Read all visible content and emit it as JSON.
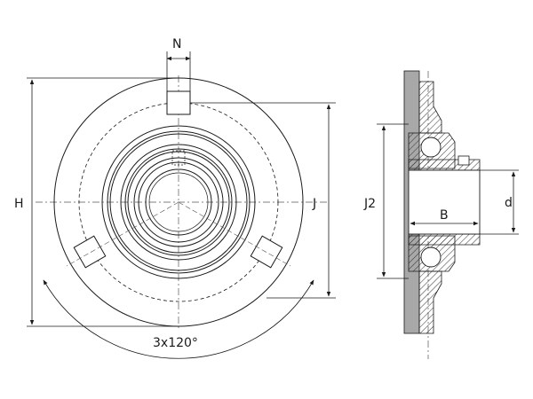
{
  "labels": {
    "n": "N",
    "h": "H",
    "j": "J",
    "j2": "J2",
    "b": "B",
    "d": "d",
    "angle": "3x120°"
  },
  "colors": {
    "line": "#1a1a1a",
    "center": "#555555",
    "wall": "#a8a8a8",
    "hatch": "#333333"
  }
}
